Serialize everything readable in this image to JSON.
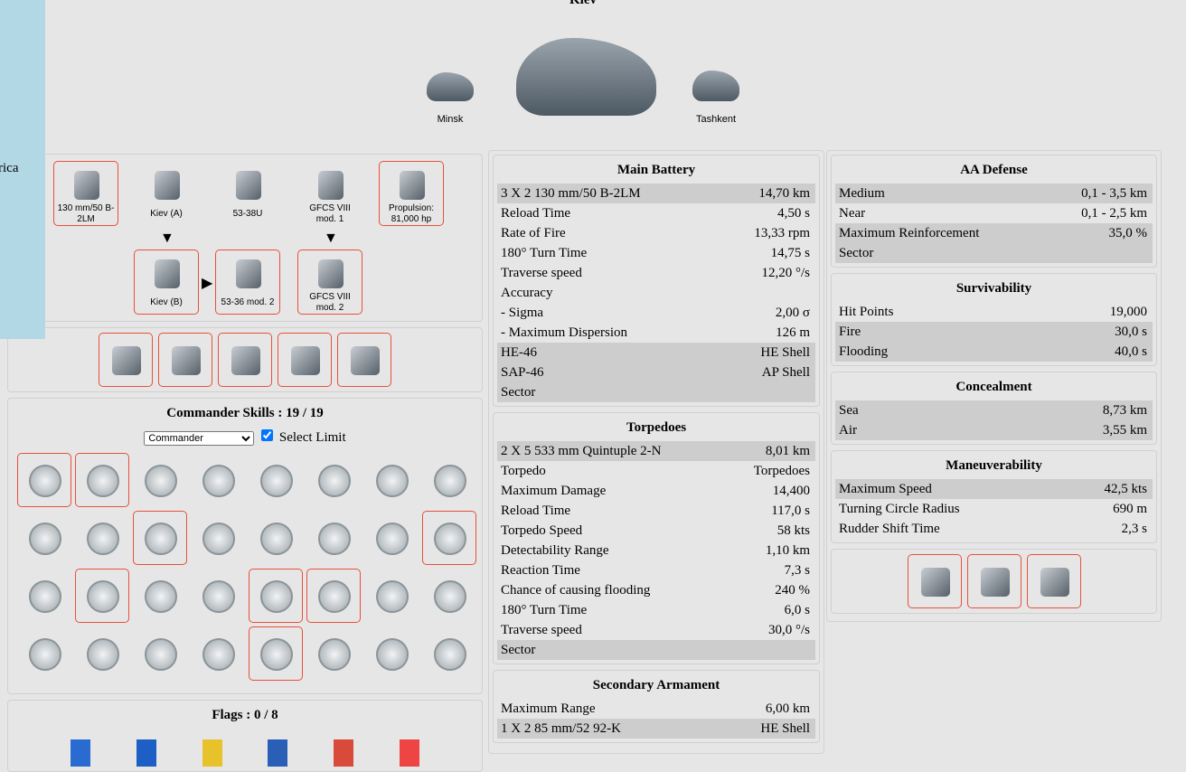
{
  "ship": {
    "title": "Kiev",
    "prev": "Minsk",
    "next": "Tashkent"
  },
  "overlay_text": "rica",
  "modules": {
    "top": [
      "130 mm/50 B-2LM",
      "Kiev (A)",
      "53-38U",
      "GFCS VIII mod. 1",
      "Propulsion: 81,000 hp"
    ],
    "bottom": [
      "Kiev (B)",
      "53-36 mod. 2",
      "GFCS VIII mod. 2"
    ]
  },
  "upgrades": [
    "main-battery-mod-icon",
    "steering-mod-icon",
    "torpedo-mod-icon",
    "concealment-mod-icon",
    "rudder-mod-icon"
  ],
  "commander": {
    "title": "Commander Skills : 19 / 19",
    "select": "Commander",
    "limit_label": "Select Limit",
    "limit_checked": true,
    "active": [
      0,
      1,
      10,
      15,
      17,
      20,
      21,
      28
    ]
  },
  "flags": {
    "title": "Flags : 0 / 8",
    "colors": [
      "#2a6bd1",
      "#1d5fc4",
      "#e7c22a",
      "#2a5fb8",
      "#d84a3a",
      "#e44"
    ]
  },
  "main_battery": {
    "title": "Main Battery",
    "rows": [
      [
        "3 X 2 130 mm/50 B-2LM",
        "14,70 km",
        1
      ],
      [
        "Reload Time",
        "4,50 s",
        0
      ],
      [
        "Rate of Fire",
        "13,33 rpm",
        0
      ],
      [
        "180° Turn Time",
        "14,75 s",
        0
      ],
      [
        "Traverse speed",
        "12,20 °/s",
        0
      ],
      [
        "Accuracy",
        "",
        0
      ],
      [
        "- Sigma",
        "2,00 σ",
        0
      ],
      [
        "- Maximum Dispersion",
        "126 m",
        0
      ],
      [
        "HE-46",
        "HE Shell",
        1
      ],
      [
        "SAP-46",
        "AP Shell",
        1
      ],
      [
        "Sector",
        "",
        1
      ]
    ]
  },
  "torpedoes": {
    "title": "Torpedoes",
    "rows": [
      [
        "2 X 5 533 mm Quintuple 2-N",
        "8,01 km",
        1
      ],
      [
        "Torpedo",
        "Torpedoes",
        0
      ],
      [
        "Maximum Damage",
        "14,400",
        0
      ],
      [
        "Reload Time",
        "117,0 s",
        0
      ],
      [
        "Torpedo Speed",
        "58 kts",
        0
      ],
      [
        "Detectability Range",
        "1,10 km",
        0
      ],
      [
        "Reaction Time",
        "7,3 s",
        0
      ],
      [
        "Chance of causing flooding",
        "240 %",
        0
      ],
      [
        "180° Turn Time",
        "6,0 s",
        0
      ],
      [
        "Traverse speed",
        "30,0 °/s",
        0
      ],
      [
        "Sector",
        "",
        1
      ]
    ]
  },
  "secondary": {
    "title": "Secondary Armament",
    "rows": [
      [
        "Maximum Range",
        "6,00 km",
        0
      ],
      [
        "1 X 2 85 mm/52 92-K",
        "HE Shell",
        1
      ]
    ]
  },
  "aa": {
    "title": "AA Defense",
    "rows": [
      [
        "Medium",
        "0,1 - 3,5 km",
        1
      ],
      [
        "Near",
        "0,1 - 2,5 km",
        0
      ],
      [
        "Maximum Reinforcement",
        "35,0 %",
        1
      ],
      [
        "Sector",
        "",
        1
      ]
    ]
  },
  "survivability": {
    "title": "Survivability",
    "rows": [
      [
        "Hit Points",
        "19,000",
        0
      ],
      [
        "Fire",
        "30,0 s",
        1
      ],
      [
        "Flooding",
        "40,0 s",
        1
      ]
    ]
  },
  "concealment": {
    "title": "Concealment",
    "rows": [
      [
        "Sea",
        "8,73 km",
        1
      ],
      [
        "Air",
        "3,55 km",
        1
      ]
    ]
  },
  "maneuverability": {
    "title": "Maneuverability",
    "rows": [
      [
        "Maximum Speed",
        "42,5 kts",
        1
      ],
      [
        "Turning Circle Radius",
        "690 m",
        0
      ],
      [
        "Rudder Shift Time",
        "2,3 s",
        0
      ]
    ]
  },
  "consumables": [
    "damage-control-icon",
    "smoke-generator-icon",
    "engine-boost-icon"
  ]
}
